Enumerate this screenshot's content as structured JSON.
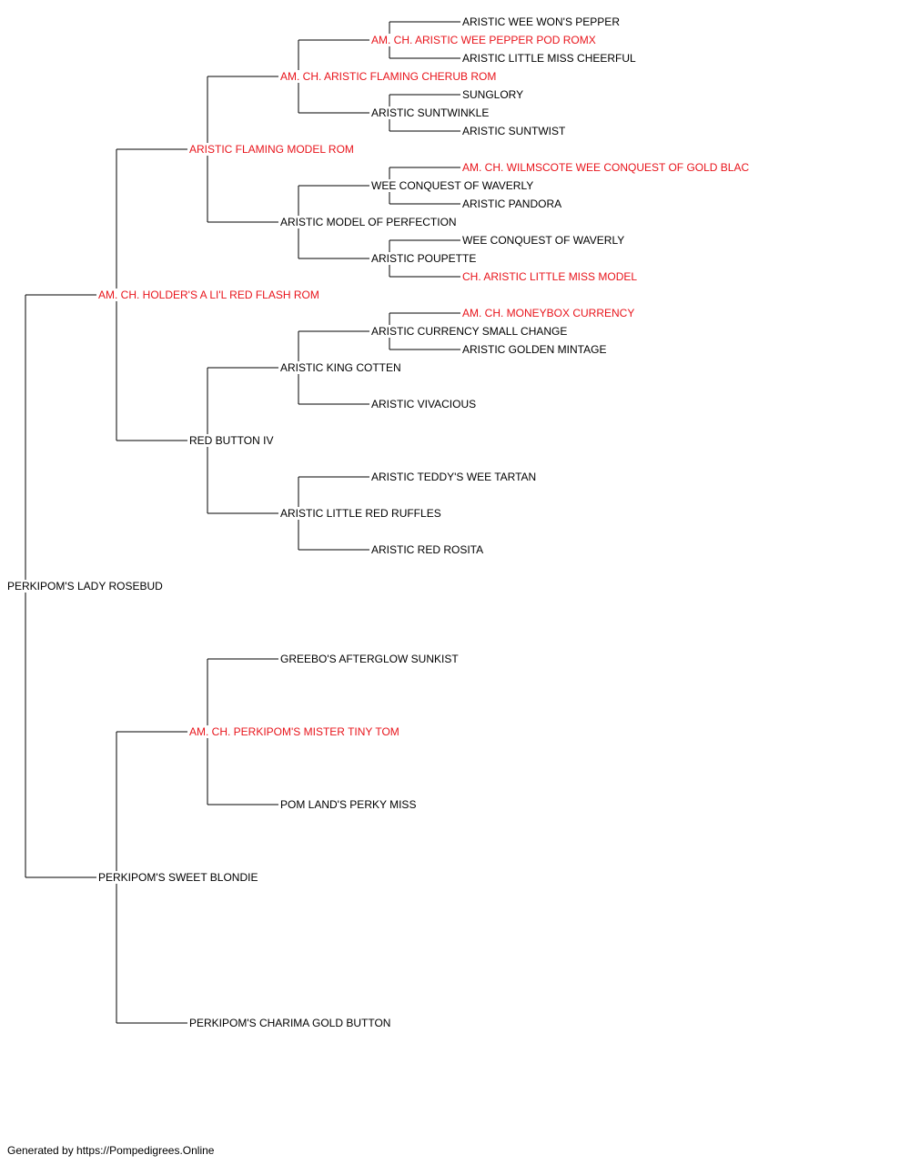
{
  "colors": {
    "champion": "#e8141b",
    "normal": "#000000",
    "line": "#000000"
  },
  "pedigree": {
    "name": "PERKIPOM'S LADY ROSEBUD",
    "sire": {
      "name": "AM. CH. HOLDER'S A LI'L RED FLASH ROM",
      "champion": true,
      "sire": {
        "name": "ARISTIC FLAMING MODEL ROM",
        "champion": true,
        "sire": {
          "name": "AM. CH. ARISTIC FLAMING CHERUB ROM",
          "champion": true,
          "sire": {
            "name": "AM. CH. ARISTIC WEE PEPPER POD ROMX",
            "champion": true,
            "sire": {
              "name": "ARISTIC WEE WON'S PEPPER"
            },
            "dam": {
              "name": "ARISTIC LITTLE MISS CHEERFUL"
            }
          },
          "dam": {
            "name": "ARISTIC SUNTWINKLE",
            "sire": {
              "name": "SUNGLORY"
            },
            "dam": {
              "name": "ARISTIC SUNTWIST"
            }
          }
        },
        "dam": {
          "name": "ARISTIC MODEL OF PERFECTION",
          "sire": {
            "name": "WEE CONQUEST OF WAVERLY",
            "sire": {
              "name": "AM. CH. WILMSCOTE WEE CONQUEST OF GOLD BLAC",
              "champion": true
            },
            "dam": {
              "name": "ARISTIC PANDORA"
            }
          },
          "dam": {
            "name": "ARISTIC POUPETTE",
            "sire": {
              "name": "WEE CONQUEST OF WAVERLY"
            },
            "dam": {
              "name": "CH. ARISTIC LITTLE MISS MODEL",
              "champion": true
            }
          }
        }
      },
      "dam": {
        "name": "RED BUTTON IV",
        "sire": {
          "name": "ARISTIC KING COTTEN",
          "sire": {
            "name": "ARISTIC CURRENCY SMALL CHANGE",
            "sire": {
              "name": "AM. CH. MONEYBOX CURRENCY",
              "champion": true
            },
            "dam": {
              "name": "ARISTIC GOLDEN MINTAGE"
            }
          },
          "dam": {
            "name": "ARISTIC VIVACIOUS"
          }
        },
        "dam": {
          "name": "ARISTIC LITTLE RED RUFFLES",
          "sire": {
            "name": "ARISTIC TEDDY'S WEE TARTAN"
          },
          "dam": {
            "name": "ARISTIC RED ROSITA"
          }
        }
      }
    },
    "dam": {
      "name": "PERKIPOM'S SWEET BLONDIE",
      "sire": {
        "name": "AM. CH. PERKIPOM'S MISTER TINY TOM",
        "champion": true,
        "sire": {
          "name": "GREEBO'S AFTERGLOW SUNKIST"
        },
        "dam": {
          "name": "POM LAND'S PERKY MISS"
        }
      },
      "dam": {
        "name": "PERKIPOM'S CHARIMA GOLD BUTTON"
      }
    }
  },
  "footer": {
    "text": "Generated by https://Pompedigrees.Online"
  }
}
